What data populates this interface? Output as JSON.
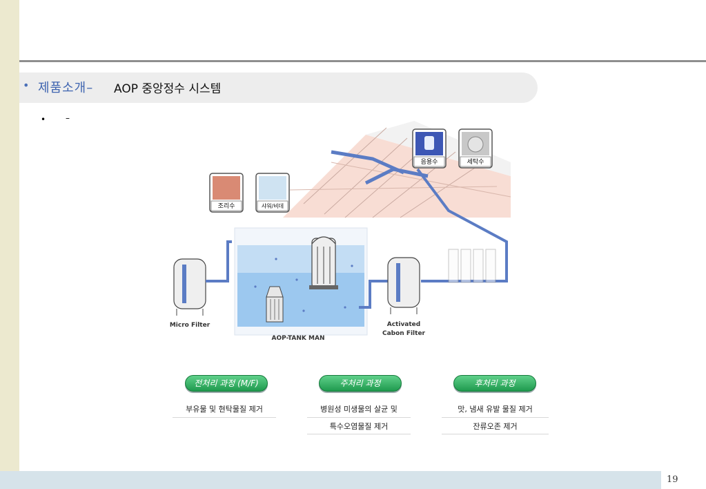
{
  "slide": {
    "title_prefix": "제품소개–",
    "title_main": "AOP 중앙정수 시스템",
    "sub_bullet": "•",
    "sub_dash": "–",
    "page_number": "19"
  },
  "diagram": {
    "usage_labels": [
      "조리수",
      "샤워/비데",
      "음용수",
      "세탁수"
    ],
    "micro_filter": "Micro Filter",
    "tank": "AOP-TANK MAN",
    "activated_line1": "Activated",
    "activated_line2": "Cabon Filter"
  },
  "process": [
    {
      "label": "전처리 과정 (M/F)",
      "lines": [
        "부유물 및 현탁물질 제거"
      ]
    },
    {
      "label": "주처리 과정",
      "lines": [
        "병원성 미생물의 살균 및",
        "특수오염물질 제거"
      ]
    },
    {
      "label": "후처리 과정",
      "lines": [
        "맛, 냄새 유발 물질 제거",
        "잔류오존 제거"
      ]
    }
  ],
  "colors": {
    "pipe": "#5b7cc4",
    "tank_water": "#9cc8ef",
    "button": "#2fae5e",
    "sidebar": "#ece9cf",
    "footer": "#d6e3ea"
  }
}
